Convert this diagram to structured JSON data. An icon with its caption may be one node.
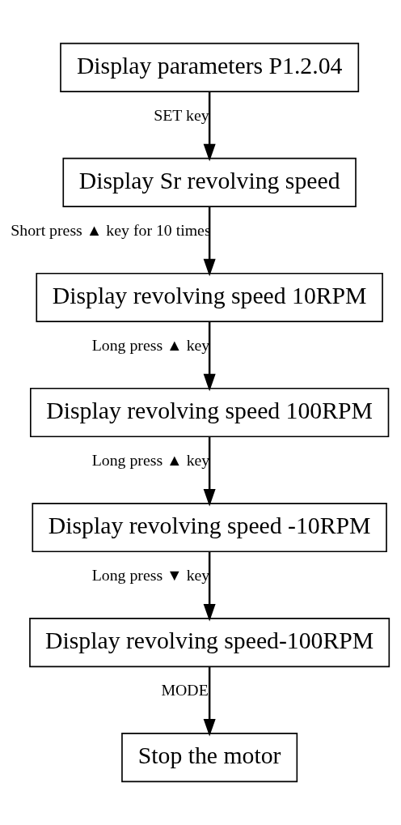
{
  "diagram": {
    "nodes": [
      {
        "text": [
          "Display parameters P1.2.04"
        ]
      },
      {
        "text": [
          "Display Sr revolving speed"
        ]
      },
      {
        "text": [
          "Display revolving speed 10RPM"
        ]
      },
      {
        "text": [
          "Display revolving speed 100RPM"
        ]
      },
      {
        "text": [
          "Display revolving speed -10RPM"
        ]
      },
      {
        "text": [
          "Display revolving speed-100RPM"
        ]
      },
      {
        "text": [
          "Stop the motor"
        ]
      }
    ],
    "edges": [
      {
        "from": 0,
        "to": 1,
        "arrow": "to",
        "label": "SET key"
      },
      {
        "from": 1,
        "to": 2,
        "arrow": "to",
        "label": "Short press ▲ key for 10 times"
      },
      {
        "from": 2,
        "to": 3,
        "arrow": "to",
        "label": "Long press ▲ key"
      },
      {
        "from": 3,
        "to": 4,
        "arrow": "to",
        "label": "Long press ▲ key"
      },
      {
        "from": 4,
        "to": 5,
        "arrow": "to",
        "label": "Long press ▼ key"
      },
      {
        "from": 5,
        "to": 6,
        "arrow": "to",
        "label": "MODE"
      }
    ]
  }
}
